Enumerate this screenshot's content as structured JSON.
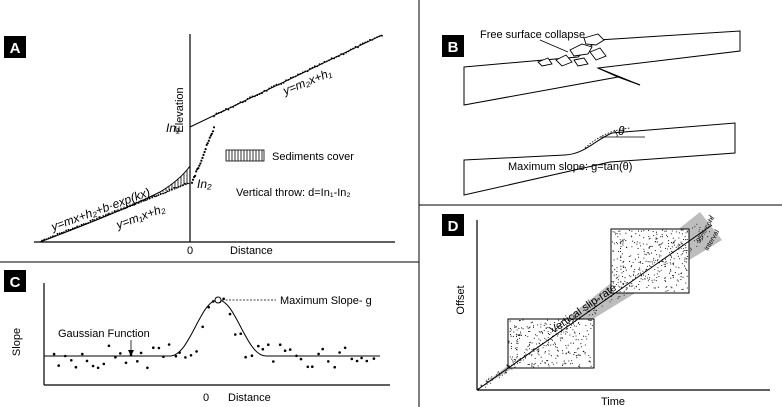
{
  "panel_a": {
    "badge": "A",
    "y_axis_label": "Elevation",
    "x_axis_label": "Distance",
    "zero_label": "0",
    "upper_fit_eq": "y=m₂x+h₁",
    "lower_fit_eq": "y=m₁x+h₂",
    "exp_fit_eq": "y=mx+h₂+b·exp(kx)",
    "intercept_upper": "In₁",
    "intercept_lower": "In₂",
    "legend_sediments": "Sediments cover",
    "vertical_throw": "Vertical throw: d=In₁-In₂"
  },
  "panel_b": {
    "badge": "B",
    "collapse_label": "Free surface collapse",
    "theta_label": "θ",
    "max_slope_label": "Maximum slope: g=tan(θ)"
  },
  "panel_c": {
    "badge": "C",
    "y_axis_label": "Slope",
    "x_axis_label": "Distance",
    "zero_label": "0",
    "max_slope_label": "Maximum Slope- g",
    "gaussian_label": "Gaussian Function"
  },
  "panel_d": {
    "badge": "D",
    "y_axis_label": "Offset",
    "x_axis_label": "Time",
    "slip_rate_label": "Vertical slip-rate",
    "conf_label_1": "95% conf",
    "conf_label_2": "interval"
  }
}
